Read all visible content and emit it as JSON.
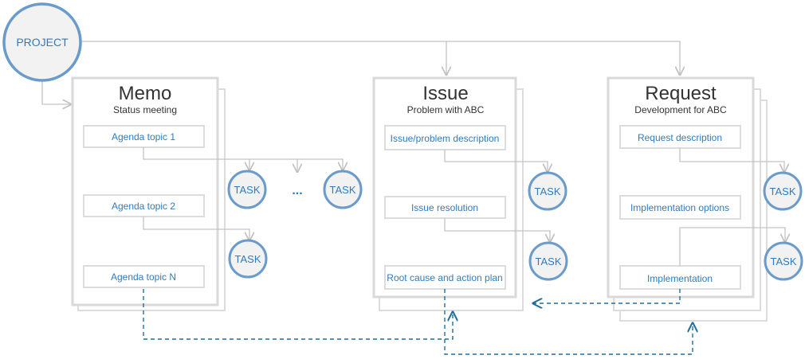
{
  "colors": {
    "accent": "#2f7bbf",
    "circle_border": "#6a9bca",
    "circle_fill": "#f2f2f2",
    "frame": "#d9d9d9",
    "arrow": "#c4c4c4",
    "dashed": "#1f6e9c"
  },
  "project": {
    "label": "PROJECT"
  },
  "memo": {
    "title": "Memo",
    "subtitle": "Status meeting",
    "items": [
      "Agenda topic 1",
      "Agenda topic 2",
      "Agenda topic N"
    ]
  },
  "issue": {
    "title": "Issue",
    "subtitle": "Problem with ABC",
    "items": [
      "Issue/problem description",
      "Issue resolution",
      "Root cause and action plan"
    ]
  },
  "request": {
    "title": "Request",
    "subtitle": "Development for ABC",
    "items": [
      "Request description",
      "Implementation options",
      "Implementation"
    ]
  },
  "task_label": "TASK",
  "ellipsis": "..."
}
